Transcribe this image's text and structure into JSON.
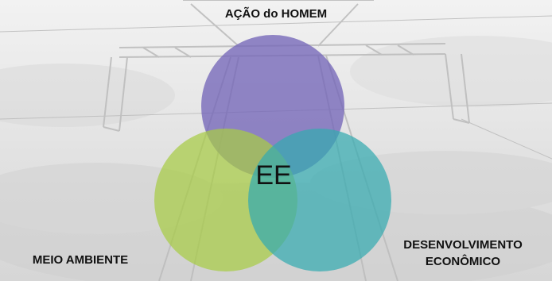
{
  "diagram": {
    "labels": {
      "top": "AÇÃO do HOMEM",
      "left": "MEIO AMBIENTE",
      "right_line1": "DESENVOLVIMENTO",
      "right_line2": "ECONÔMICO"
    },
    "center": "EE",
    "colors": {
      "top_circle": "#7567b8",
      "left_circle": "#a8cc45",
      "right_circle": "#35aab0",
      "background": "#e6e6e6",
      "tower_lines": "#bfbfbf"
    }
  }
}
